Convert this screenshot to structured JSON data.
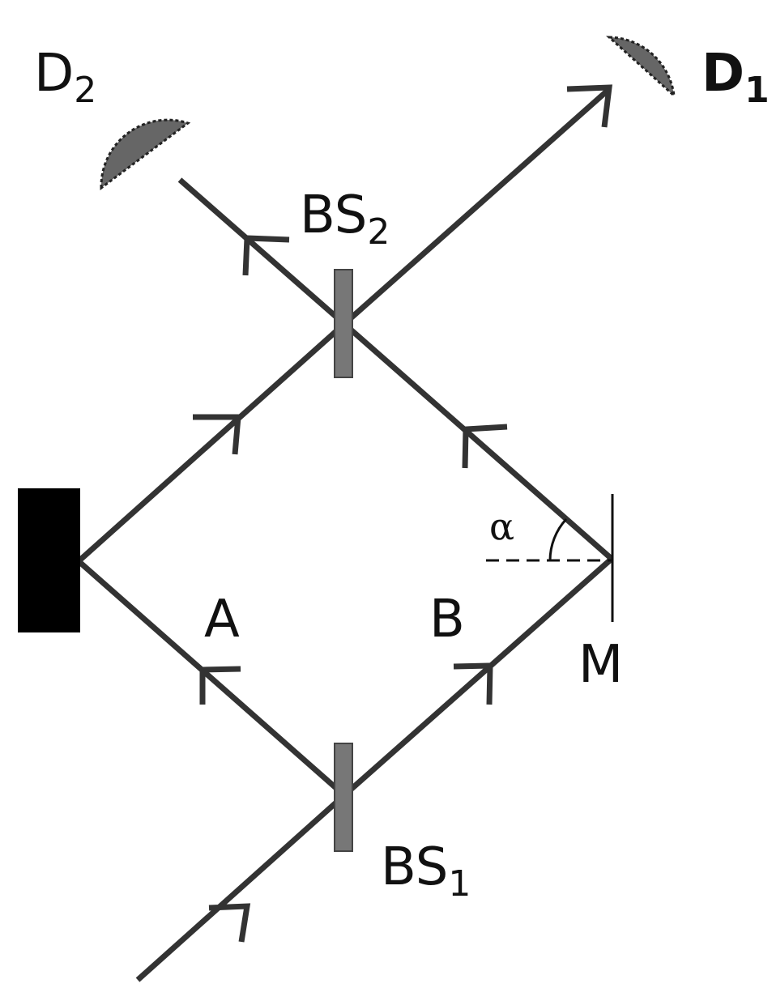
{
  "labels": {
    "d2": {
      "main": "D",
      "sub": "2"
    },
    "d1": {
      "main": "D",
      "sub": "1"
    },
    "bs2": {
      "main": "BS",
      "sub": "2"
    },
    "bs1": {
      "main": "BS",
      "sub": "1"
    },
    "path_a": "A",
    "path_b": "B",
    "mirror_m": "M",
    "angle": "α"
  },
  "colors": {
    "beam": "#333333",
    "beam_splitter": "#777777",
    "detector": "#666666",
    "block": "#000000",
    "text": "#111111"
  }
}
